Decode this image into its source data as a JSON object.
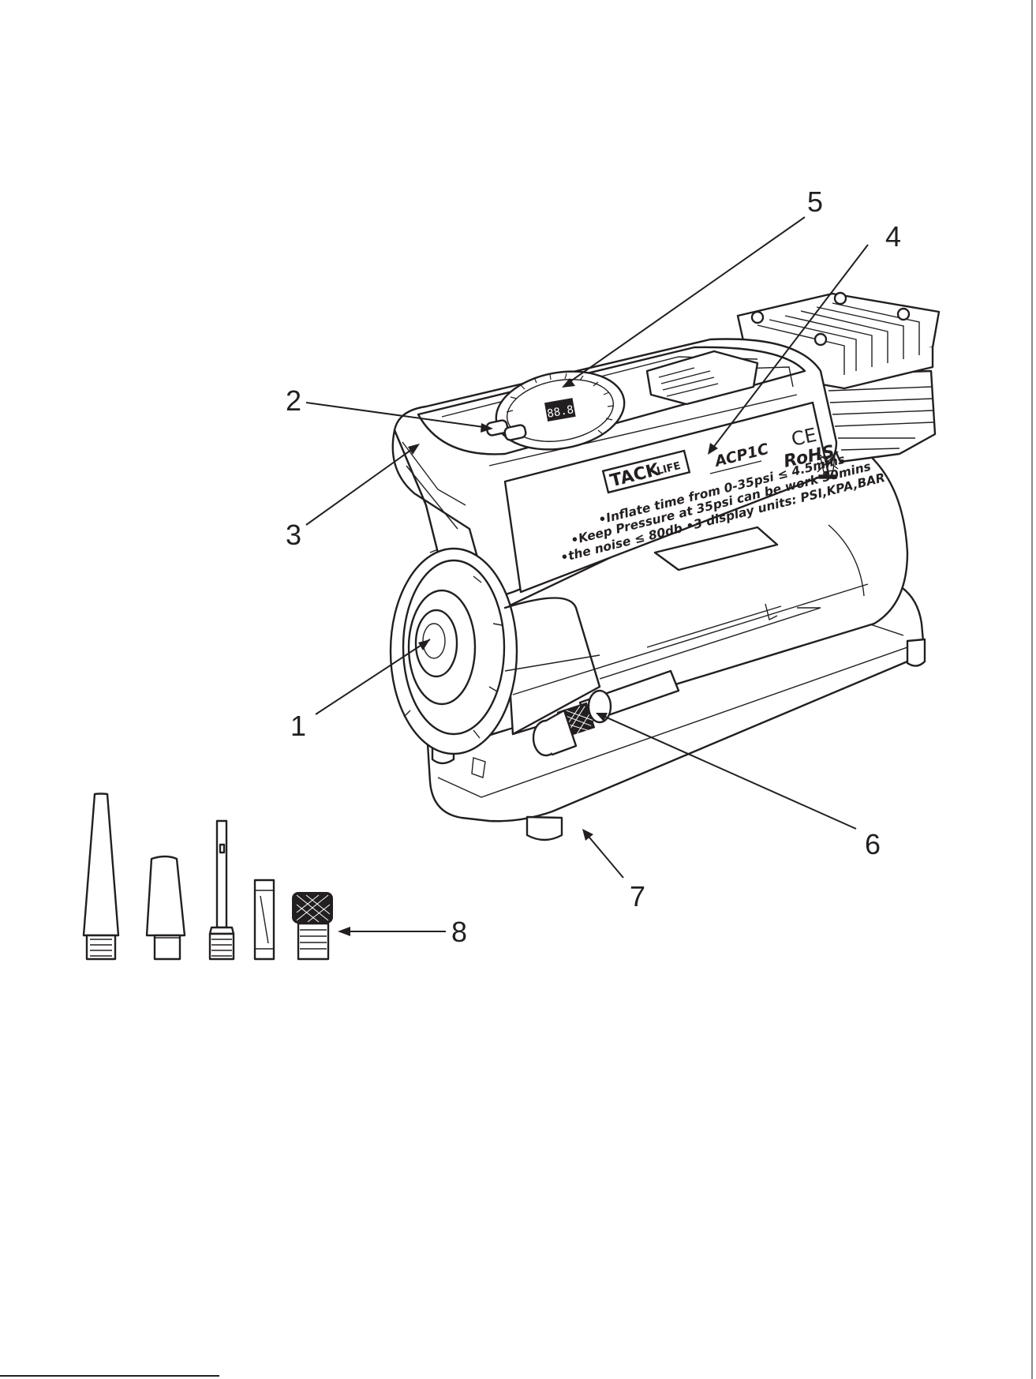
{
  "callouts": [
    {
      "id": "1",
      "label": "1"
    },
    {
      "id": "2",
      "label": "2"
    },
    {
      "id": "3",
      "label": "3"
    },
    {
      "id": "4",
      "label": "4"
    },
    {
      "id": "5",
      "label": "5"
    },
    {
      "id": "6",
      "label": "6"
    },
    {
      "id": "7",
      "label": "7"
    },
    {
      "id": "8",
      "label": "8"
    }
  ],
  "product_label": {
    "brand_main": "TACK",
    "brand_sub": "LIFE",
    "model": "ACP1C",
    "ce_mark": "CE",
    "rohs": "RoHS",
    "spec_lines": [
      "•Inflate time from 0-35psi ≤ 4.5mins",
      "•Keep Pressure at 35psi can be work 30mins",
      "•the noise ≤ 80db   •3 display units: PSI,KPA,BAR"
    ],
    "display_readout": "88.8"
  },
  "colors": {
    "ink": "#231f20",
    "background": "#ffffff",
    "frame_line": "#8a8a8a"
  }
}
